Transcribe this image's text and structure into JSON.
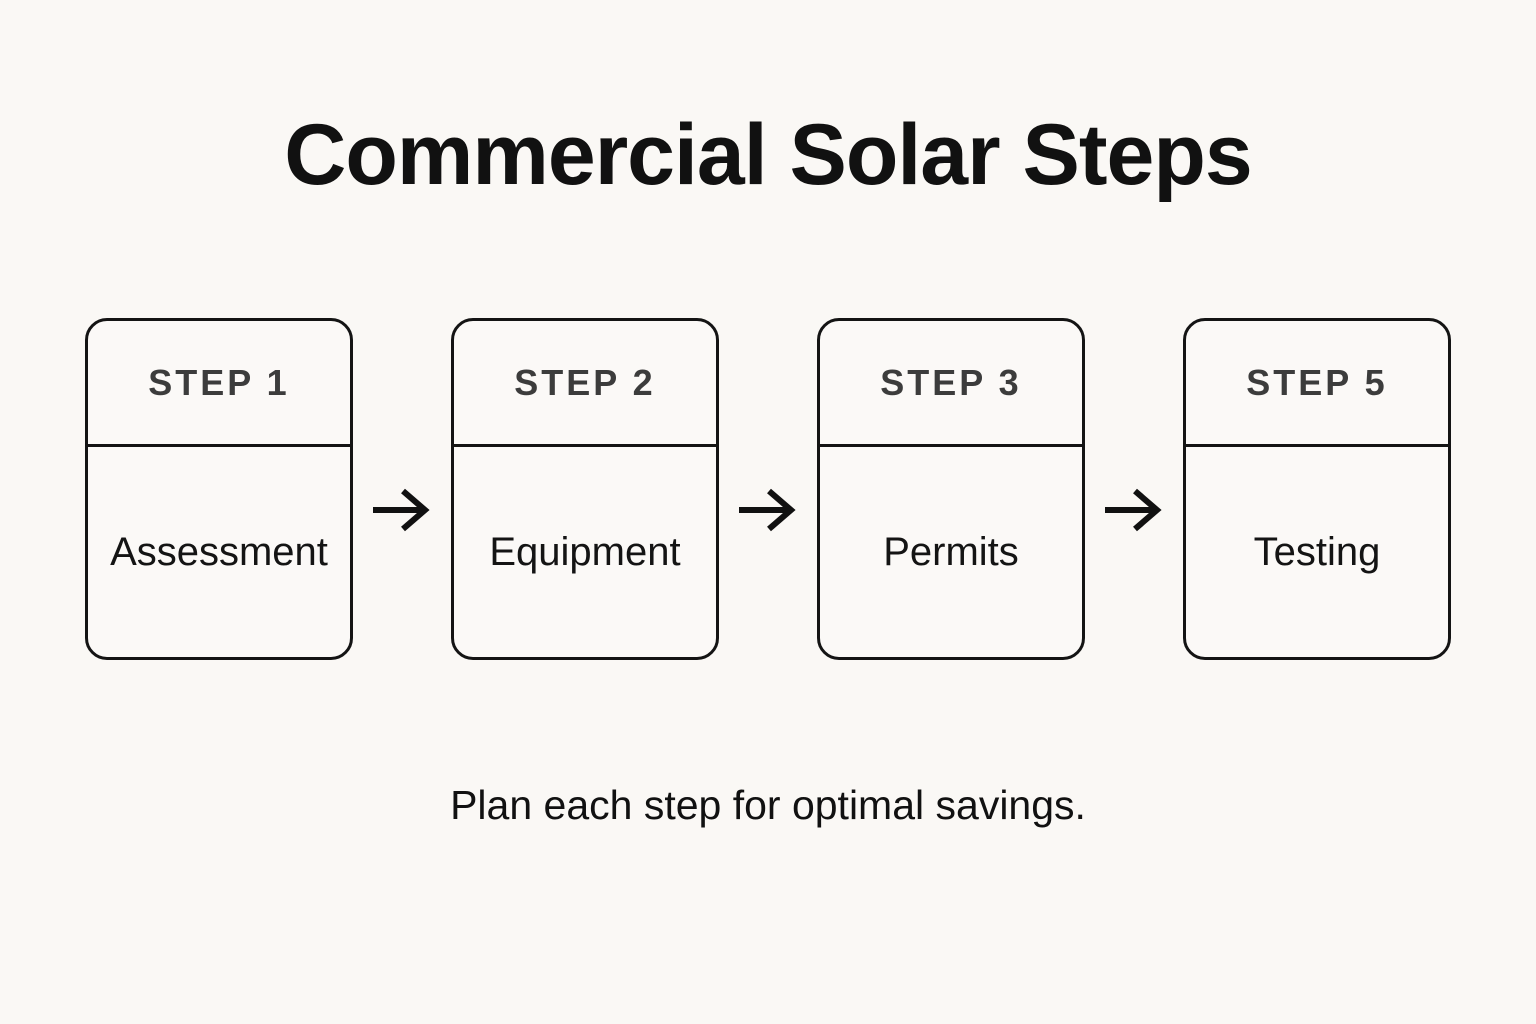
{
  "title": "Commercial Solar Steps",
  "caption": "Plan each step for optimal savings.",
  "flow": {
    "arrow_icon": "right-arrow",
    "steps": [
      {
        "label": "STEP 1",
        "name": "Assessment"
      },
      {
        "label": "STEP 2",
        "name": "Equipment"
      },
      {
        "label": "STEP 3",
        "name": "Permits"
      },
      {
        "label": "STEP 5",
        "name": "Testing"
      }
    ]
  },
  "colors": {
    "background": "#faf8f5",
    "card_border": "#141414",
    "step_label_text": "#3c3c3c",
    "body_text": "#111111"
  }
}
